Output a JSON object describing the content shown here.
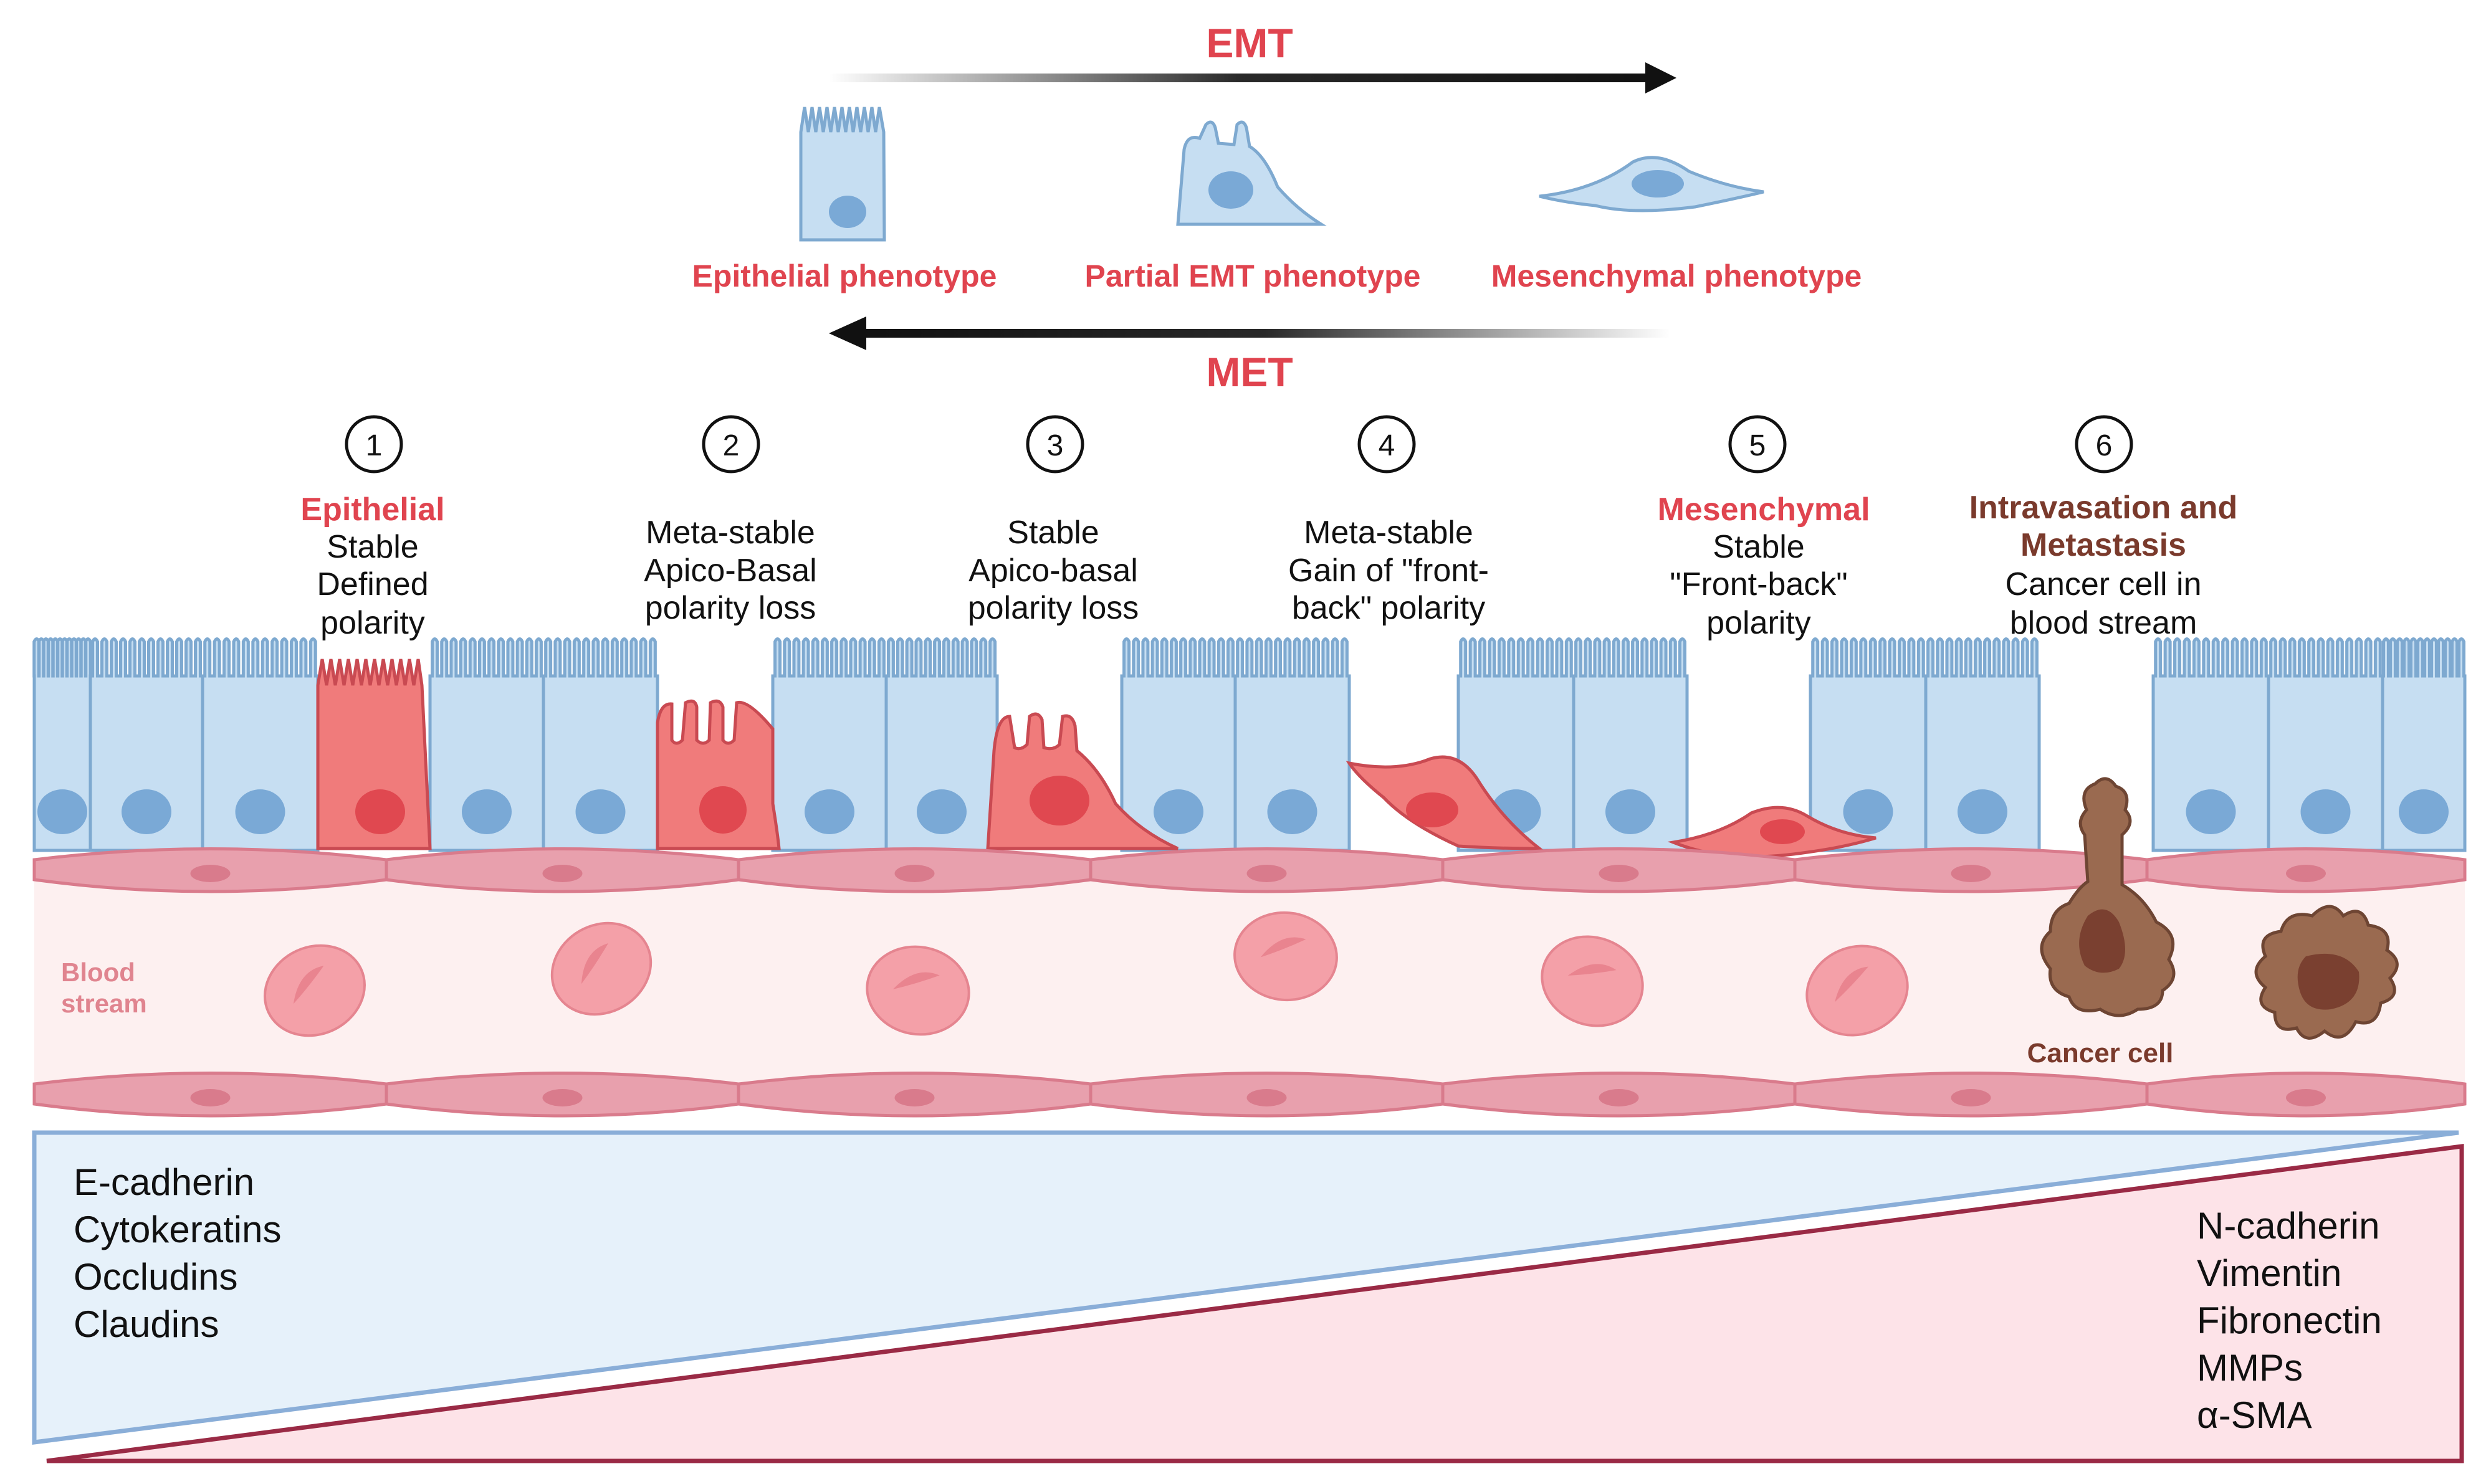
{
  "top": {
    "emt_label": "EMT",
    "met_label": "MET",
    "phenotypes": [
      "Epithelial phenotype",
      "Partial EMT phenotype",
      "Mesenchymal phenotype"
    ]
  },
  "stages": [
    {
      "number": "1",
      "title": "Epithelial",
      "lines": [
        "Stable",
        "Defined",
        "polarity"
      ]
    },
    {
      "number": "2",
      "title": "",
      "lines": [
        "Meta-stable",
        "Apico-Basal",
        "polarity loss"
      ]
    },
    {
      "number": "3",
      "title": "",
      "lines": [
        "Stable",
        "Apico-basal",
        "polarity loss"
      ]
    },
    {
      "number": "4",
      "title": "",
      "lines": [
        "Meta-stable",
        "Gain of \"front-",
        "back\" polarity"
      ]
    },
    {
      "number": "5",
      "title": "Mesenchymal",
      "lines": [
        "Stable",
        "\"Front-back\"",
        "polarity"
      ]
    },
    {
      "number": "6",
      "title_lines": [
        "Intravasation and",
        "Metastasis"
      ],
      "lines": [
        "Cancer cell in",
        "blood stream"
      ]
    }
  ],
  "vessel": {
    "blood_stream_lines": [
      "Blood",
      "stream"
    ],
    "cancer_cell_label": "Cancer cell"
  },
  "markers": {
    "epithelial": [
      "E-cadherin",
      "Cytokeratins",
      "Occludins",
      "Claudins"
    ],
    "mesenchymal": [
      "N-cadherin",
      "Vimentin",
      "Fibronectin",
      "MMPs",
      "α-SMA"
    ]
  },
  "colors": {
    "epithelial_fill": "#c6def2",
    "epithelial_stroke": "#7ea9d0",
    "nucleus_blue": "#7aa9d6",
    "red_cell": "#f07b7b",
    "red_nucleus": "#e04850",
    "title_red": "#e0444f",
    "title_brown": "#7a3a2c",
    "vessel_wall": "#d97b8c",
    "vessel_fill": "#fdf0f0",
    "rbc": "#f4a0a8",
    "cancer_brown": "#9a6a50",
    "blue_wedge_fill": "#e6f1fa",
    "blue_wedge_stroke": "#8aaed8",
    "pink_wedge_fill": "#fde3e8",
    "pink_wedge_stroke": "#9a2a45"
  }
}
